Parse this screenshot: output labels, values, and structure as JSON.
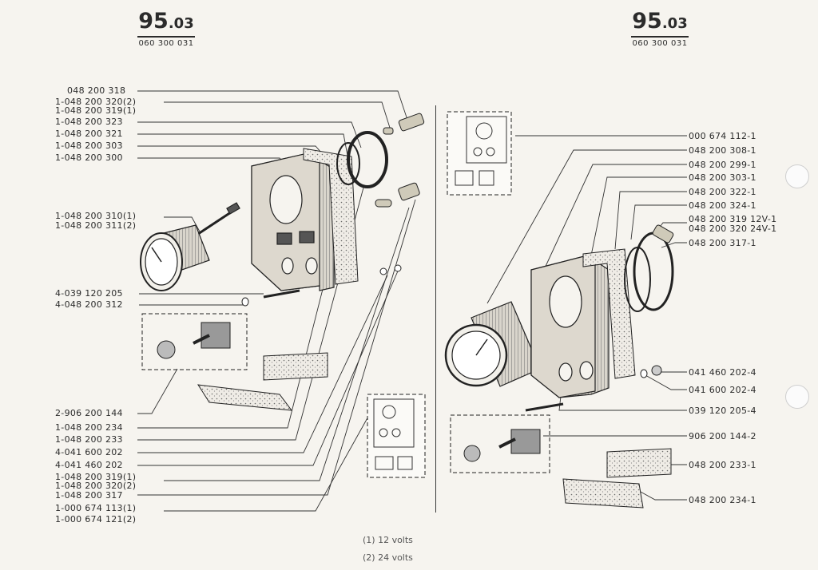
{
  "header_left": {
    "main": "95",
    "sub": ".03",
    "code": "060 300 031"
  },
  "header_right": {
    "main": "95",
    "sub": ".03",
    "code": "060 300 031"
  },
  "left_labels": [
    "048 200 318",
    "1-048 200 320(2)",
    "1-048 200 319(1)",
    "1-048 200 323",
    "1-048 200 321",
    "1-048 200 303",
    "1-048 200 300",
    "1-048 200 310(1)",
    "1-048 200 311(2)",
    "4-039 120 205",
    "4-048 200 312",
    "2-906 200 144",
    "1-048 200 234",
    "1-048 200 233",
    "4-041 600 202",
    "4-041 460 202",
    "1-048 200 319(1)",
    "1-048 200 320(2)",
    "1-048 200 317",
    "1-000 674 113(1)",
    "1-000 674 121(2)"
  ],
  "right_labels": [
    "000 674 112-1",
    "048 200 308-1",
    "048 200 299-1",
    "048 200 303-1",
    "048 200 322-1",
    "048 200 324-1",
    "048 200 319 12V-1",
    "048 200 320 24V-1",
    "048 200 317-1",
    "041 460 202-4",
    "041 600 202-4",
    "039 120 205-4",
    "906 200 144-2",
    "048 200 233-1",
    "048 200 234-1"
  ],
  "footnotes": {
    "n1": "(1) 12 volts",
    "n2": "(2) 24 volts"
  }
}
